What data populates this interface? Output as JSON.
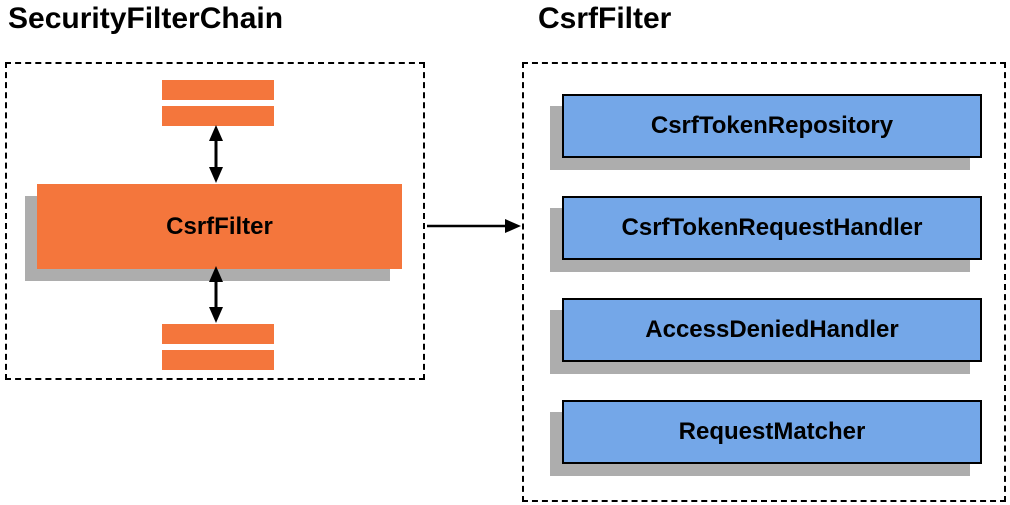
{
  "diagram": {
    "left": {
      "title": "SecurityFilterChain",
      "filter_box_label": "CsrfFilter"
    },
    "right": {
      "title": "CsrfFilter",
      "components": [
        "CsrfTokenRepository",
        "CsrfTokenRequestHandler",
        "AccessDeniedHandler",
        "RequestMatcher"
      ]
    },
    "colors": {
      "orange": "#F4763C",
      "blue": "#74A7E8",
      "shadow": "#ADADAD",
      "border": "#000000"
    }
  }
}
